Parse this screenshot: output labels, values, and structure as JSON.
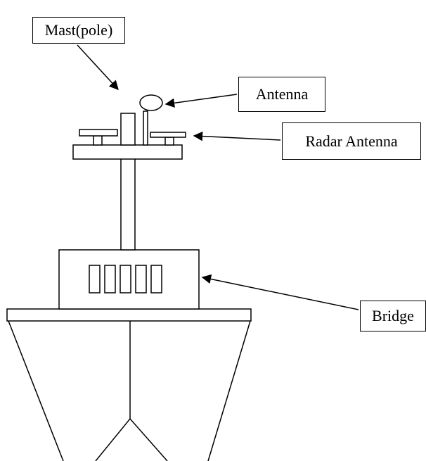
{
  "labels": {
    "mast": "Mast(pole)",
    "antenna": "Antenna",
    "radar_antenna": "Radar Antenna",
    "bridge": "Bridge"
  },
  "colors": {
    "stroke": "#000000",
    "background": "#ffffff"
  }
}
